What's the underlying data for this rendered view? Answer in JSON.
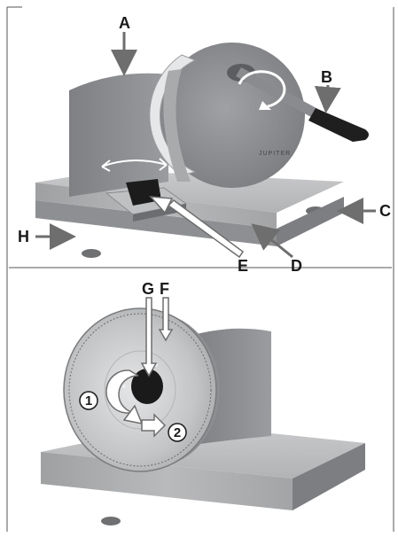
{
  "labels": {
    "a": "A",
    "b": "B",
    "c": "C",
    "d": "D",
    "e": "E",
    "f": "F",
    "g": "G",
    "h": "H"
  },
  "steps": {
    "one": "1",
    "two": "2"
  },
  "brand": "JUPITER",
  "colors": {
    "metal_dark": "#8c8d8f",
    "metal_mid": "#a9aaac",
    "metal_light": "#d4d5d6",
    "blade": "#c9cacc",
    "handle": "#222222",
    "arrow_outline": "#6e6e6e"
  },
  "icons": {
    "rotate_arrow": "curved-arrow-icon",
    "pointer_arrow": "outline-arrow-icon"
  }
}
